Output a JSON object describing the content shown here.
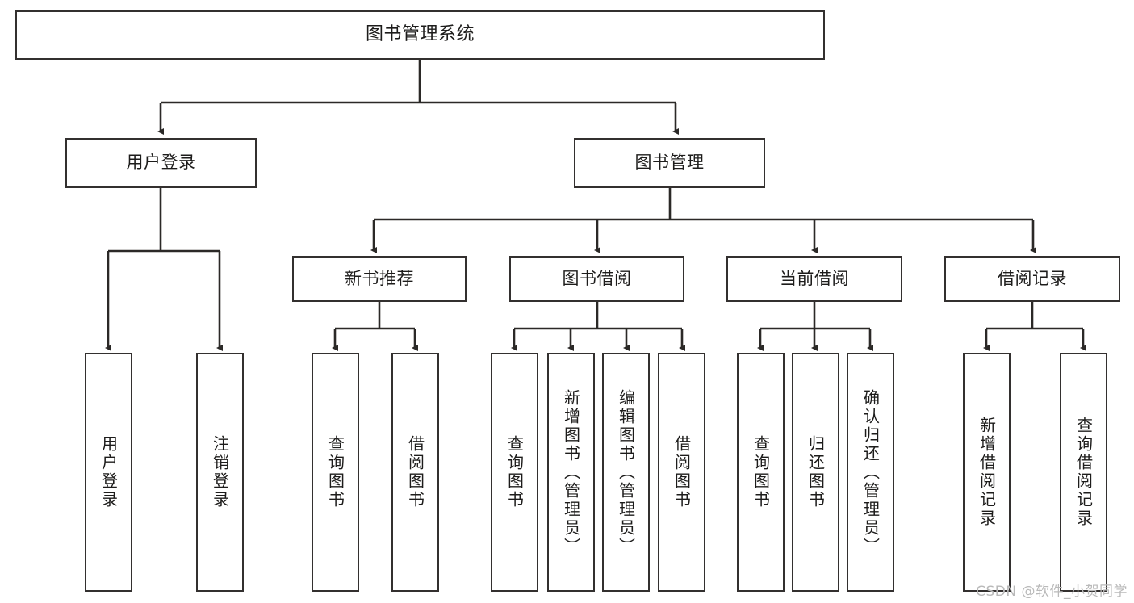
{
  "diagram": {
    "type": "tree-hierarchy",
    "title": "图书管理系统",
    "orientation": "top-down",
    "watermark": "CSDN @软件_小贺同学",
    "colors": {
      "box_border": "#33302f",
      "box_fill": "#ffffff",
      "line": "#2b2927",
      "text": "#1d1c1b",
      "watermark": "#b9b9b9",
      "background": "#ffffff"
    },
    "nodes": {
      "root": {
        "label": "图书管理系统",
        "level": 1
      },
      "l2": [
        {
          "id": "user-login",
          "label": "用户登录",
          "level": 2
        },
        {
          "id": "book-manage",
          "label": "图书管理",
          "level": 2
        }
      ],
      "l3": [
        {
          "id": "new-book-recommend",
          "label": "新书推荐",
          "level": 3,
          "parent": "book-manage"
        },
        {
          "id": "book-borrow",
          "label": "图书借阅",
          "level": 3,
          "parent": "book-manage"
        },
        {
          "id": "current-borrow",
          "label": "当前借阅",
          "level": 3,
          "parent": "book-manage"
        },
        {
          "id": "borrow-record",
          "label": "借阅记录",
          "level": 3,
          "parent": "book-manage"
        }
      ],
      "leaves": [
        {
          "id": "leaf-user-login",
          "label": "用户登录",
          "parent": "user-login"
        },
        {
          "id": "leaf-logout-login",
          "label": "注销登录",
          "parent": "user-login"
        },
        {
          "id": "leaf-query-book-1",
          "label": "查询图书",
          "parent": "new-book-recommend"
        },
        {
          "id": "leaf-borrow-book-1",
          "label": "借阅图书",
          "parent": "new-book-recommend"
        },
        {
          "id": "leaf-query-book-2",
          "label": "查询图书",
          "parent": "book-borrow"
        },
        {
          "id": "leaf-add-book",
          "label": "新增图书（管理员）",
          "parent": "book-borrow"
        },
        {
          "id": "leaf-edit-book",
          "label": "编辑图书（管理员）",
          "parent": "book-borrow"
        },
        {
          "id": "leaf-borrow-book-2",
          "label": "借阅图书",
          "parent": "book-borrow"
        },
        {
          "id": "leaf-query-book-3",
          "label": "查询图书",
          "parent": "current-borrow"
        },
        {
          "id": "leaf-return-book",
          "label": "归还图书",
          "parent": "current-borrow"
        },
        {
          "id": "leaf-confirm-return",
          "label": "确认归还（管理员）",
          "parent": "current-borrow"
        },
        {
          "id": "leaf-add-record",
          "label": "新增借阅记录",
          "parent": "borrow-record"
        },
        {
          "id": "leaf-query-record",
          "label": "查询借阅记录",
          "parent": "borrow-record"
        }
      ]
    }
  }
}
